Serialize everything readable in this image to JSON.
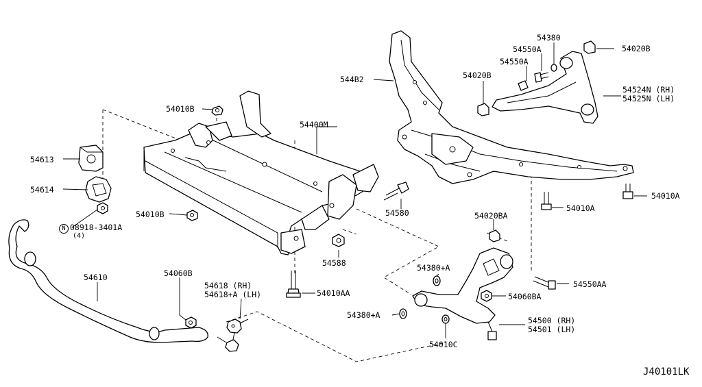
{
  "diagram": {
    "code": "J40101LK",
    "labels": {
      "p54010B_top": "54010B",
      "p54400M": "54400M",
      "p54613": "54613",
      "p54614": "54614",
      "p54010B_low": "54010B",
      "p08918": "08918-3401A",
      "p08918_qty": "(4)",
      "p08918_sym": "N",
      "p54580": "54580",
      "p54588": "54588",
      "p54610": "54610",
      "p54060B": "54060B",
      "p54618": "54618 (RH)",
      "p54618A": "54618+A (LH)",
      "p54010AA": "54010AA",
      "p544B2": "544B2",
      "p54380": "54380",
      "p54550A_1": "54550A",
      "p54550A_2": "54550A",
      "p54020B_top": "54020B",
      "p54020B_mid": "54020B",
      "p54524N": "54524N (RH)",
      "p54525N": "54525N (LH)",
      "p54010A_mid": "54010A",
      "p54010A_right": "54010A",
      "p54020BA": "54020BA",
      "p54380A_up": "54380+A",
      "p54380A_low": "54380+A",
      "p54550AA": "54550AA",
      "p54060BA": "54060BA",
      "p54500": "54500 (RH)",
      "p54501": "54501 (LH)",
      "p54010C": "54010C"
    }
  }
}
